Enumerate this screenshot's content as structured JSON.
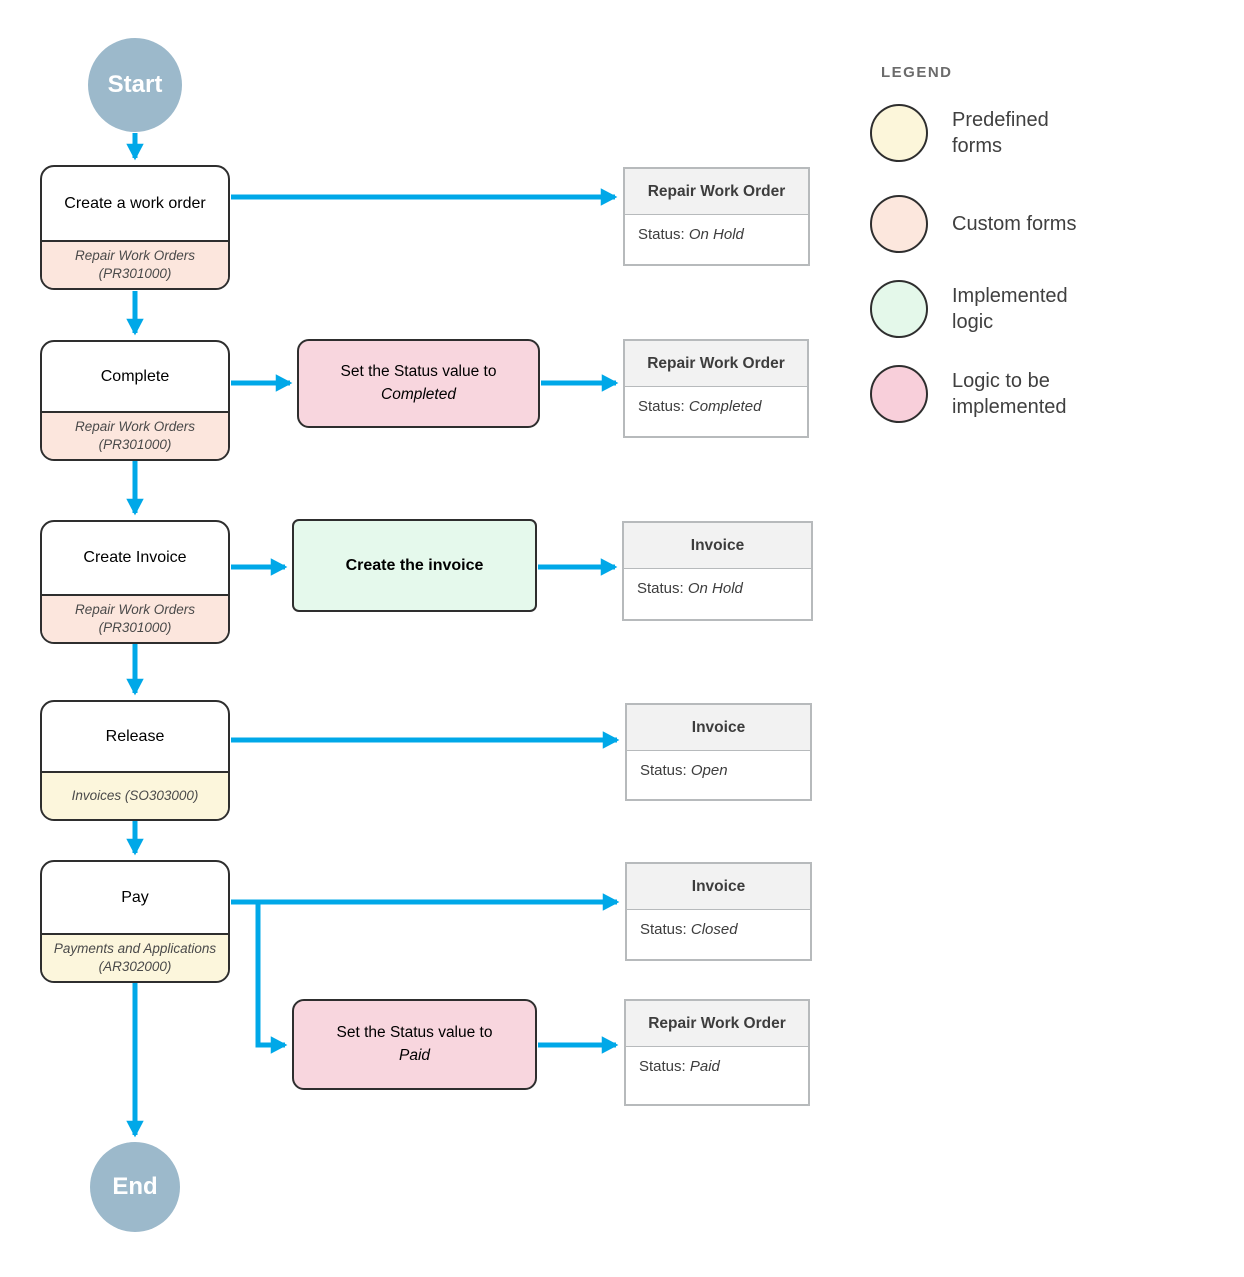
{
  "legend": {
    "title": "LEGEND",
    "items": [
      {
        "label": "Predefined forms",
        "color": "#fcf6da"
      },
      {
        "label": "Custom forms",
        "color": "#fce7dd"
      },
      {
        "label": "Implemented logic",
        "color": "#e4f8ea"
      },
      {
        "label": "Logic to be implemented",
        "color": "#f8cfda"
      }
    ]
  },
  "flow": {
    "start": "Start",
    "end": "End",
    "nodes": [
      {
        "label": "Create a work order",
        "form": "Repair Work Orders (PR301000)",
        "form_color": "#fce6dd"
      },
      {
        "label": "Complete",
        "form": "Repair Work Orders (PR301000)",
        "form_color": "#fce6dd"
      },
      {
        "label": "Create Invoice",
        "form": "Repair Work Orders (PR301000)",
        "form_color": "#fce6dd"
      },
      {
        "label": "Release",
        "form": "Invoices (SO303000)",
        "form_color": "#fcf6dc"
      },
      {
        "label": "Pay",
        "form": "Payments and Applications (AR302000)",
        "form_color": "#fcf6dc"
      }
    ],
    "logic_boxes": [
      {
        "line1": "Set the Status value to",
        "line2": "Completed",
        "color": "#f8d6de"
      },
      {
        "line1": "Create the invoice",
        "color": "#e5f9ec"
      },
      {
        "line1": "Set the Status value to",
        "line2": "Paid",
        "color": "#f8d6de"
      }
    ],
    "status_boxes": [
      {
        "title": "Repair Work Order",
        "label": "Status:",
        "value": "On Hold"
      },
      {
        "title": "Repair Work Order",
        "label": "Status:",
        "value": "Completed"
      },
      {
        "title": "Invoice",
        "label": "Status:",
        "value": "On Hold"
      },
      {
        "title": "Invoice",
        "label": "Status:",
        "value": "Open"
      },
      {
        "title": "Invoice",
        "label": "Status:",
        "value": "Closed"
      },
      {
        "title": "Repair Work Order",
        "label": "Status:",
        "value": "Paid"
      }
    ]
  },
  "colors": {
    "arrow": "#00A8E8",
    "terminal": "#9cb9cb",
    "status_header_bg": "#f2f2f2",
    "status_border": "#b7babc"
  }
}
